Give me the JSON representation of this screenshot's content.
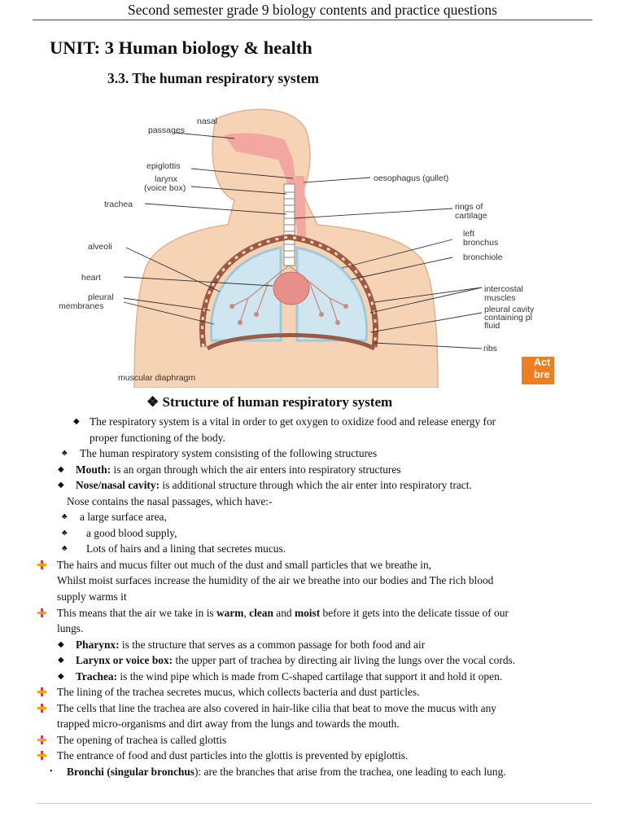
{
  "header": "Second semester grade 9 biology contents and practice questions",
  "unit_title": "UNIT: 3 Human biology & health",
  "section_title": "3.3. The human respiratory system",
  "diagram": {
    "labels": {
      "nasal": "nasal",
      "passages": "passages",
      "epiglottis": "epiglottis",
      "larynx": "larynx",
      "voice_box": "(voice box)",
      "trachea": "trachea",
      "alveoli": "alveoli",
      "heart": "heart",
      "pleural": "pleural",
      "membranes": "membranes",
      "muscular_diaphragm": "muscular diaphragm",
      "oesophagus": "oesophagus (gullet)",
      "rings_of": "rings of",
      "cartilage": "cartilage",
      "left": "left",
      "bronchus": "bronchus",
      "bronchiole": "bronchiole",
      "intercostal": "intercostal",
      "muscles": "muscles",
      "pleural_cavity": "pleural cavity",
      "containing_pl": "containing pl",
      "fluid": "fluid",
      "ribs": "ribs"
    },
    "overlay_line1": "Act",
    "overlay_line2": "bre",
    "colors": {
      "skin": "#f7d3b6",
      "lung": "#cfe6f1",
      "pleura": "#9ec9dd",
      "rib": "#9a5a44",
      "heart": "#e88f8c",
      "overlay": "#ee7e22"
    }
  },
  "structure_title": "❖ Structure of human respiratory system",
  "lines": {
    "l1": "The respiratory system is a vital in order to get oxygen to oxidize food and release energy for",
    "l2": "proper functioning of the body.",
    "l3": "The human respiratory system consisting of the following structures",
    "l4_bold": "Mouth:",
    "l4_rest": " is an organ through which the air enters into respiratory structures",
    "l5_bold": "Nose/nasal cavity:",
    "l5_rest": " is additional structure through which the air enter into respiratory tract.",
    "l6": "Nose contains the nasal passages, which have:-",
    "l7": "a large surface area,",
    "l8": "a good blood supply,",
    "l9": "Lots of hairs and a lining that secretes mucus.",
    "l10": "The hairs and mucus filter out much of the dust and   small particles that we breathe in,",
    "l11": "Whilst moist surfaces increase the humidity of the air we breathe into our bodies and The rich blood",
    "l12": "supply warms it",
    "l13_a": "This means that the air we take in is   ",
    "l13_warm": "warm",
    "l13_b": ", ",
    "l13_clean": "clean",
    "l13_c": " and ",
    "l13_moist": "moist",
    "l13_d": " before it gets into the delicate tissue of our",
    "l14": "lungs.",
    "l15_bold": "Pharynx:",
    "l15_rest": " is the structure that serves as a common passage for both food and air",
    "l16_bold": "Larynx or voice box:",
    "l16_rest": "  the upper part of trachea by directing air living the lungs over the vocal cords.",
    "l17_bold": "Trachea:",
    "l17_rest": " is the wind pipe which is made from C-shaped cartilage that support it and hold it open.",
    "l18": "The lining of the trachea secretes mucus, which collects bacteria and dust particles.",
    "l19": "The cells that line the trachea are also covered in hair-like cilia that beat to move the mucus with any",
    "l20": "trapped micro-organisms and dirt away from the lungs and towards the mouth.",
    "l21": "The opening of trachea is called glottis",
    "l22": "The entrance of food and dust particles into the glottis is prevented by epiglottis.",
    "l23_bold": "Bronchi (singular bronchus",
    "l23_rest": "): are the branches that arise from the trachea, one leading to each lung."
  },
  "markers": {
    "diamond": "◆",
    "club": "♣",
    "bullet": "•"
  }
}
